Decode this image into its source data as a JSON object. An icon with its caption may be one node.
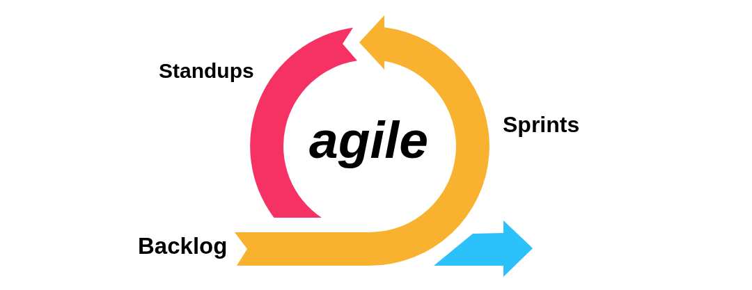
{
  "diagram": {
    "labels": [
      "Standups",
      "agile",
      "Sprints",
      "Backlog"
    ]
  }
}
